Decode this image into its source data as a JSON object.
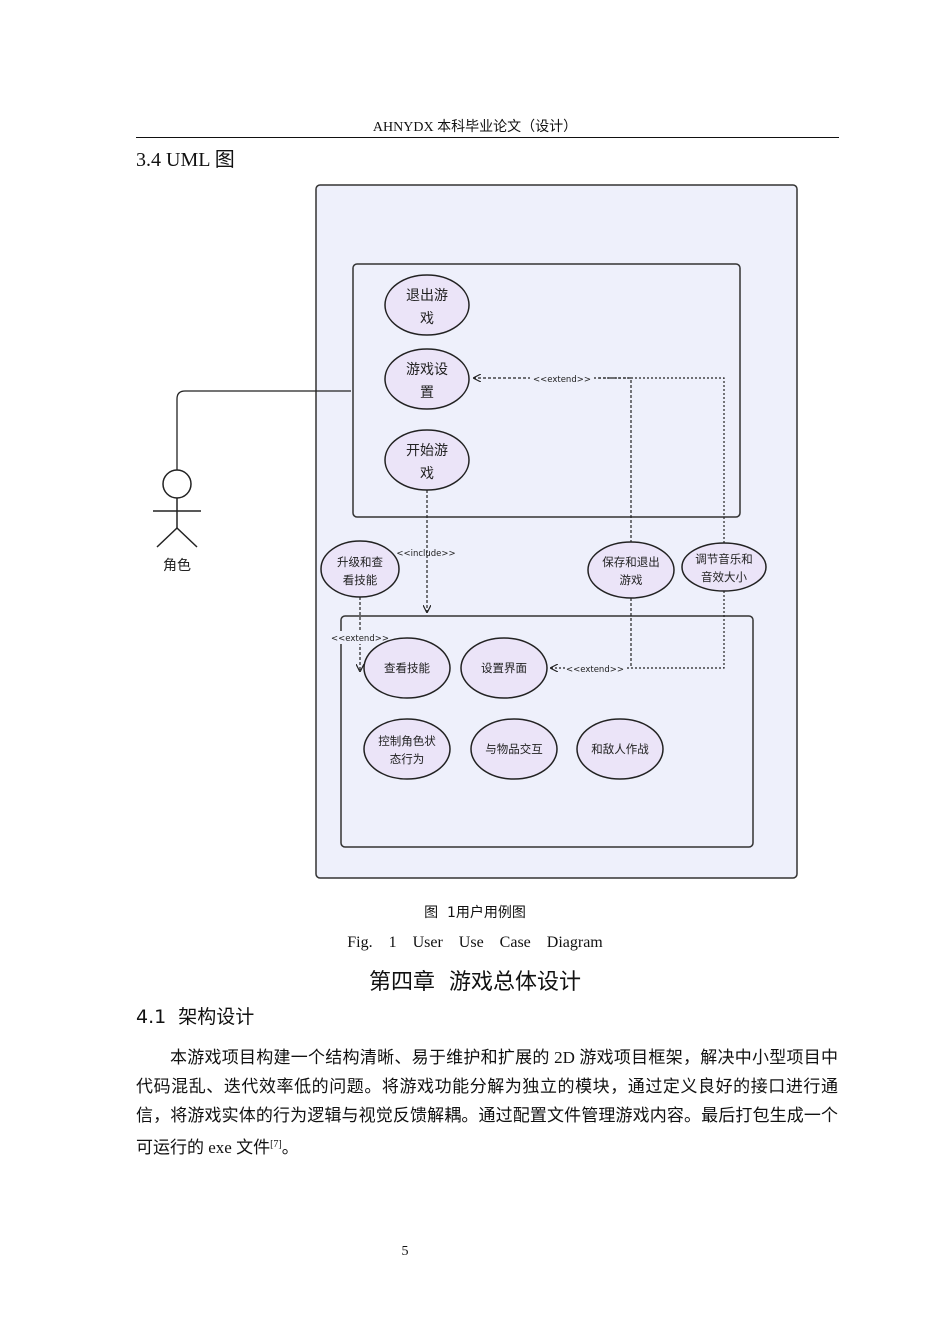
{
  "header": {
    "running_title": "AHNYDX 本科毕业论文（设计）"
  },
  "section": {
    "heading": "3.4 UML 图"
  },
  "diagram": {
    "actor_label": "角色",
    "use_cases": {
      "exit_game": [
        "退出游",
        "戏"
      ],
      "game_settings": [
        "游戏设",
        "置"
      ],
      "start_game": [
        "开始游",
        "戏"
      ],
      "upgrade_skills": [
        "升级和查",
        "看技能"
      ],
      "save_exit": [
        "保存和退出",
        "游戏"
      ],
      "adjust_audio": [
        "调节音乐和",
        "音效大小"
      ],
      "view_skills": [
        "查看技能"
      ],
      "settings_ui": [
        "设置界面"
      ],
      "control_character": [
        "控制角色状",
        "态行为"
      ],
      "item_interaction": [
        "与物品交互"
      ],
      "fight_enemies": [
        "和敌人作战"
      ]
    },
    "relations": {
      "extend": "<<extend>>",
      "include": "<<include>>"
    },
    "colors": {
      "frame_fill": "#eef0fb",
      "ellipse_fill": "#ebe4f8",
      "stroke": "#222222"
    }
  },
  "figure": {
    "caption_cn": "图  1用户用例图",
    "caption_en": "Fig.  1  User  Use  Case  Diagram"
  },
  "chapter": {
    "title": "第四章  游戏总体设计"
  },
  "subsection": {
    "heading": "4.1  架构设计"
  },
  "body": {
    "paragraph": "本游戏项目构建一个结构清晰、易于维护和扩展的 2D 游戏项目框架，解决中小型项目中代码混乱、迭代效率低的问题。将游戏功能分解为独立的模块，通过定义良好的接口进行通信，将游戏实体的行为逻辑与视觉反馈解耦。通过配置文件管理游戏内容。最后打包生成一个可运行的 exe 文件",
    "citation": "[7]",
    "end_punct": "。"
  },
  "footer": {
    "page_number": "5"
  }
}
